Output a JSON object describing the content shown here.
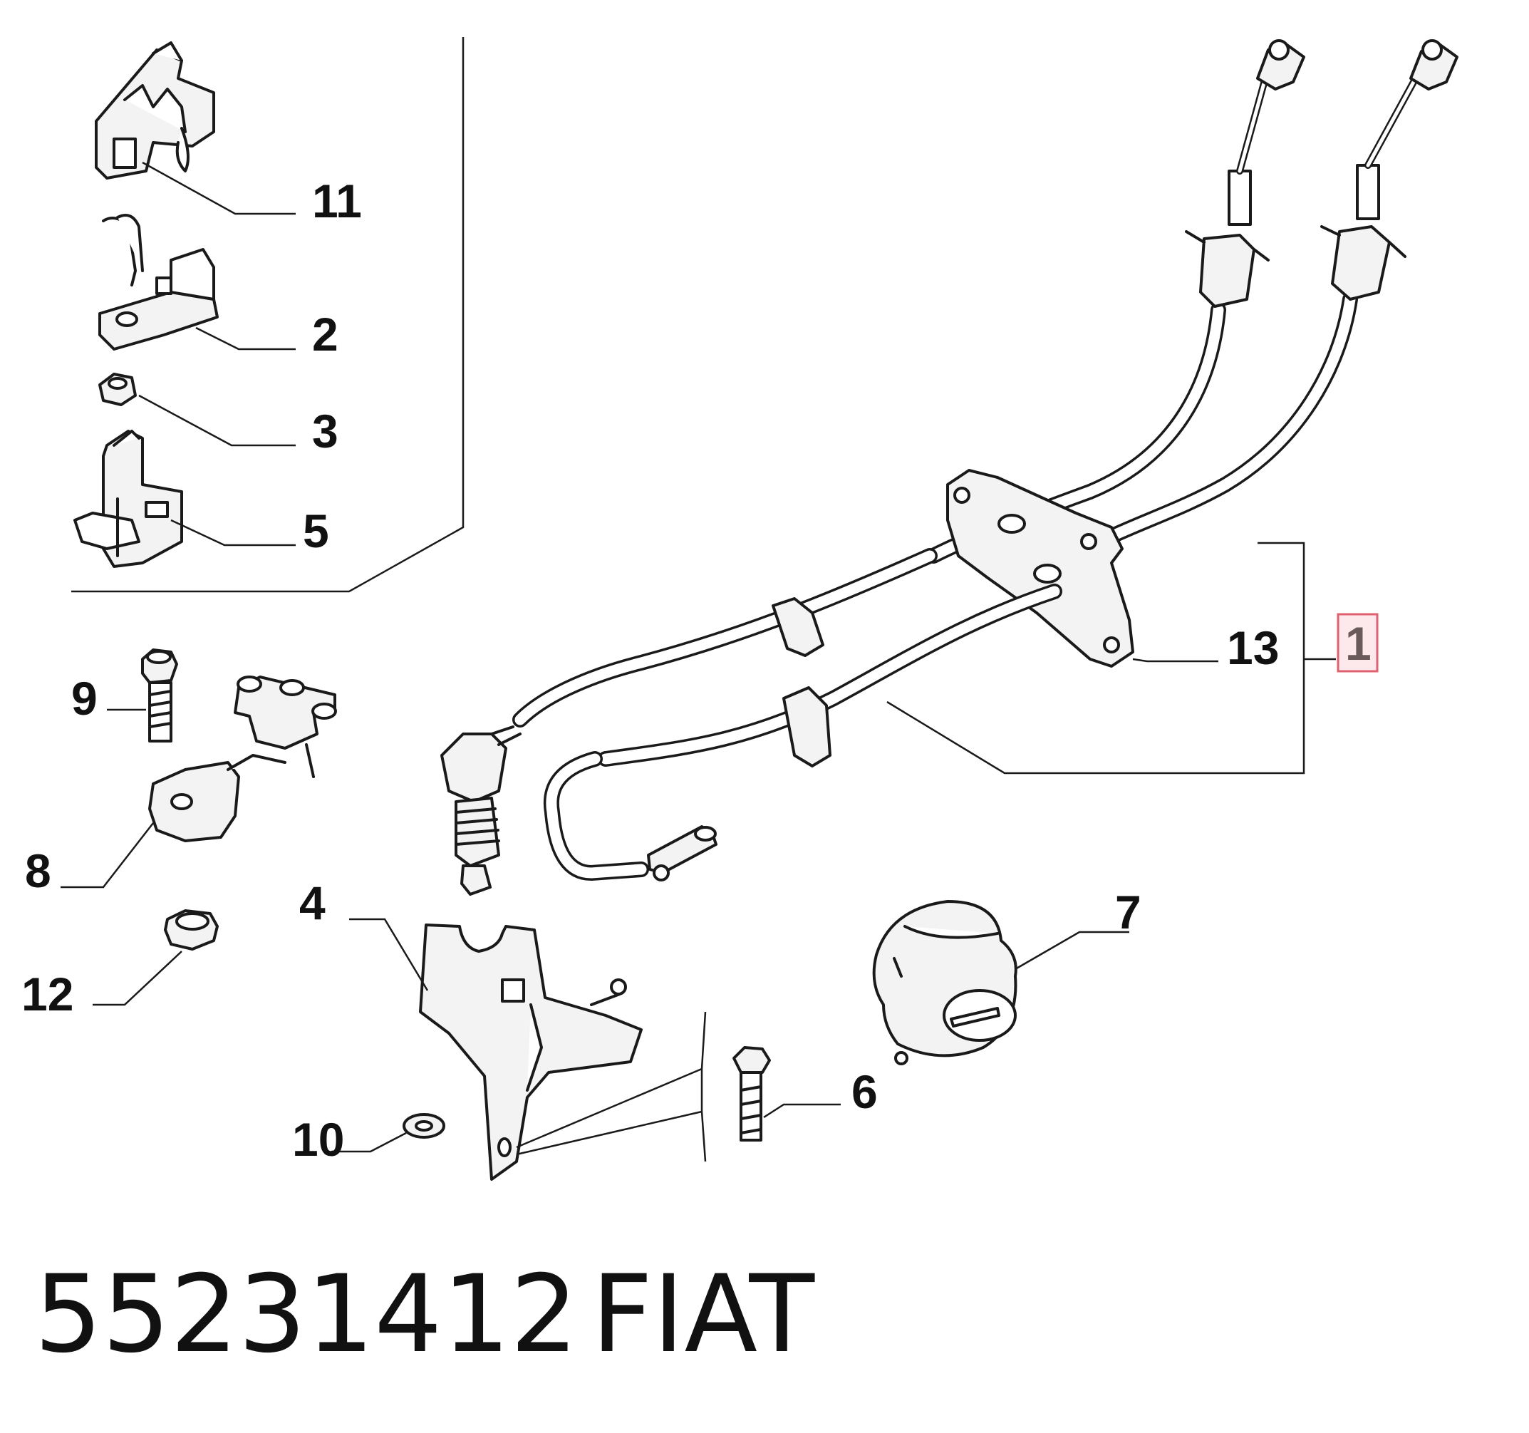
{
  "diagram": {
    "callouts": {
      "c1": "1",
      "c2": "2",
      "c3": "3",
      "c4": "4",
      "c5": "5",
      "c6": "6",
      "c7": "7",
      "c8": "8",
      "c9": "9",
      "c10": "10",
      "c11": "11",
      "c12": "12",
      "c13": "13"
    },
    "highlighted_callout": "1",
    "highlight_color": "#e06070",
    "highlight_fill": "#fde8ec"
  },
  "footer": {
    "part_number": "55231412",
    "brand": "FIAT"
  }
}
